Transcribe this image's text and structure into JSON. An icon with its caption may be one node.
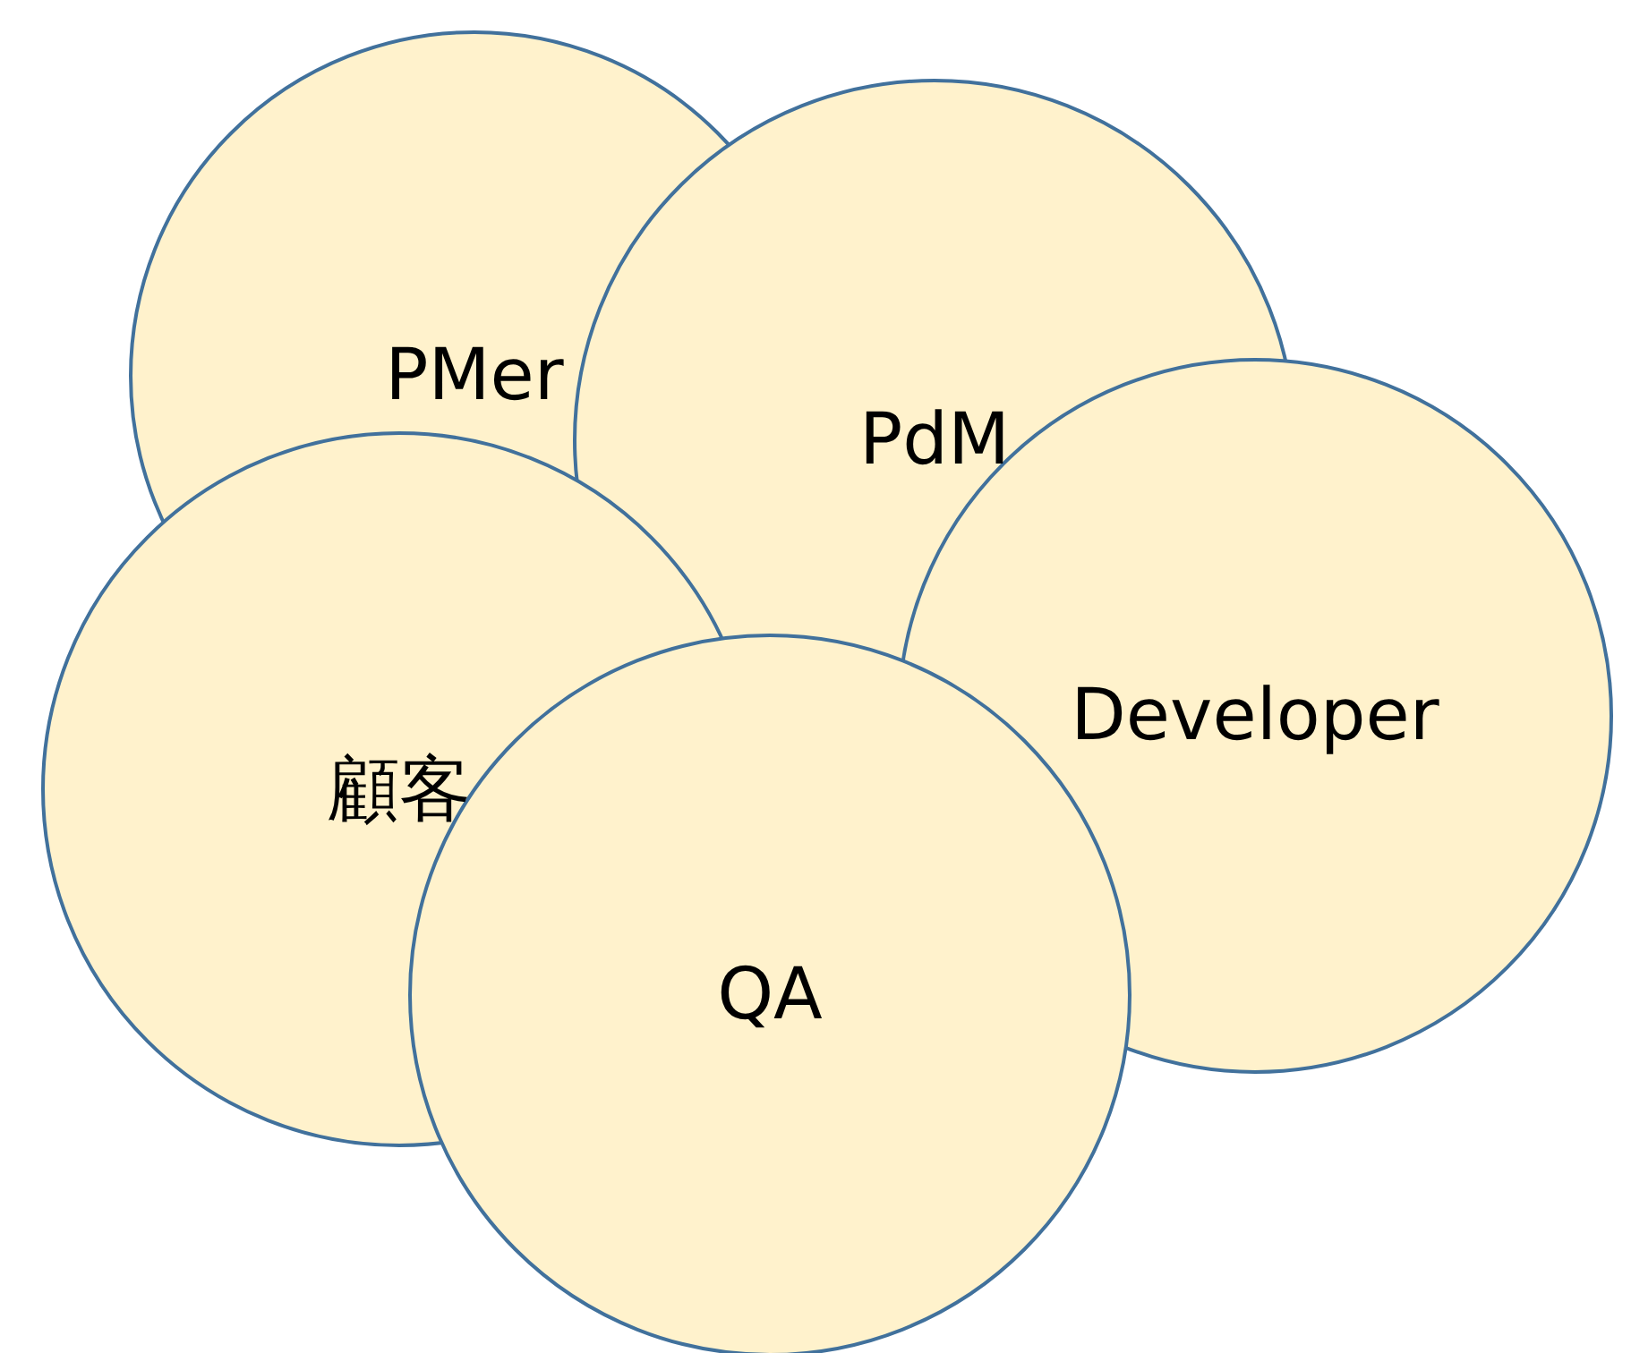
{
  "diagram": {
    "nodes": [
      {
        "text": [
          "PMer"
        ]
      },
      {
        "text": [
          "PdM"
        ]
      },
      {
        "text": [
          "Developer"
        ]
      },
      {
        "text": [
          "顧客"
        ]
      },
      {
        "text": [
          "QA"
        ]
      }
    ]
  }
}
